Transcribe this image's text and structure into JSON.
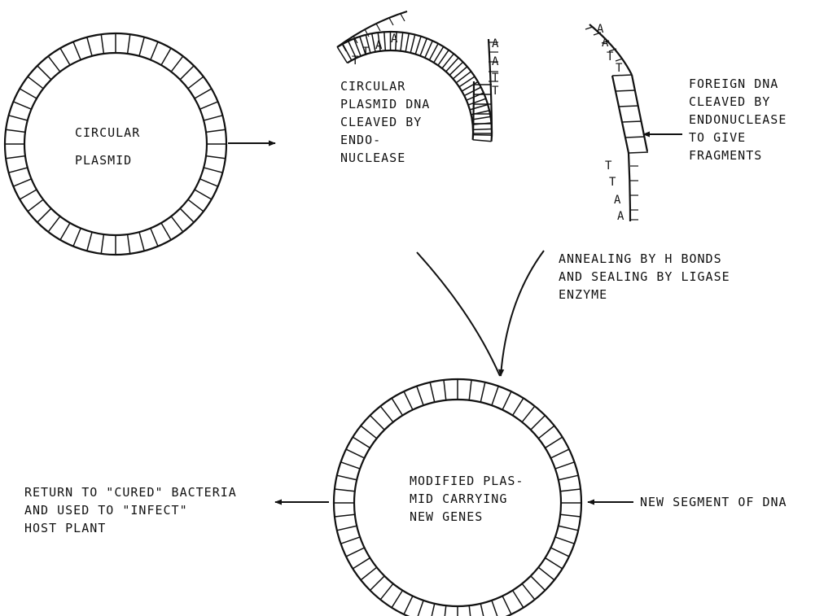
{
  "colors": {
    "ink": "#111111",
    "background": "#ffffff"
  },
  "labels": {
    "circular_plasmid": [
      "CIRCULAR",
      "PLASMID"
    ],
    "cleaved_plasmid": [
      "CIRCULAR",
      "PLASMID DNA",
      "CLEAVED BY",
      "ENDO-",
      "NUCLEASE"
    ],
    "foreign_dna": [
      "FOREIGN DNA",
      "CLEAVED BY",
      "ENDONUCLEASE",
      "TO GIVE",
      "FRAGMENTS"
    ],
    "annealing": [
      "ANNEALING BY H BONDS",
      "AND SEALING BY LIGASE",
      "ENZYME"
    ],
    "modified_plasmid": [
      "MODIFIED PLAS-",
      "MID CARRYING",
      "NEW GENES"
    ],
    "return_to_bacteria": [
      "RETURN TO \"CURED\" BACTERIA",
      "AND USED TO \"INFECT\"",
      "HOST PLANT"
    ],
    "new_segment": [
      "NEW SEGMENT OF DNA"
    ]
  },
  "sticky_ends": {
    "plasmid_top": [
      "T",
      "T",
      "A",
      "A"
    ],
    "plasmid_right": [
      "A",
      "A",
      "T",
      "T"
    ],
    "foreign_top": [
      "A",
      "A",
      "T",
      "T"
    ],
    "foreign_bottom": [
      "T",
      "T",
      "A",
      "A"
    ]
  }
}
